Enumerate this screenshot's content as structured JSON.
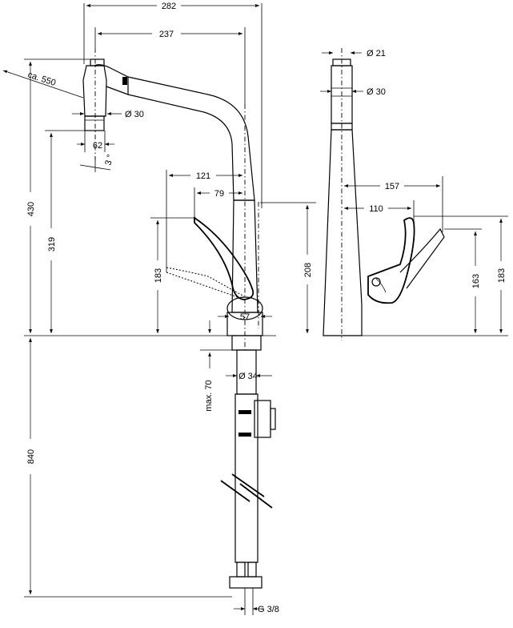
{
  "dimensions": {
    "width_total": "282",
    "reach": "237",
    "diameter_head": "Ø 30",
    "head_spacing": "62",
    "spray_angle": "3 °",
    "hose_length": "ca. 550",
    "height_total": "430",
    "height_spout": "319",
    "lever_reach": "121",
    "lever_offset": "79",
    "lever_height": "183",
    "body_height": "208",
    "base_width": "57",
    "diameter_base": "Ø 34",
    "max_deck": "max. 70",
    "below_deck": "840",
    "connection": "G 3/8",
    "side_diameter_top": "Ø 21",
    "side_diameter_head": "Ø 30",
    "side_lever_reach": "157",
    "side_lever_offset": "110",
    "side_lever_height": "163",
    "side_height": "183"
  }
}
